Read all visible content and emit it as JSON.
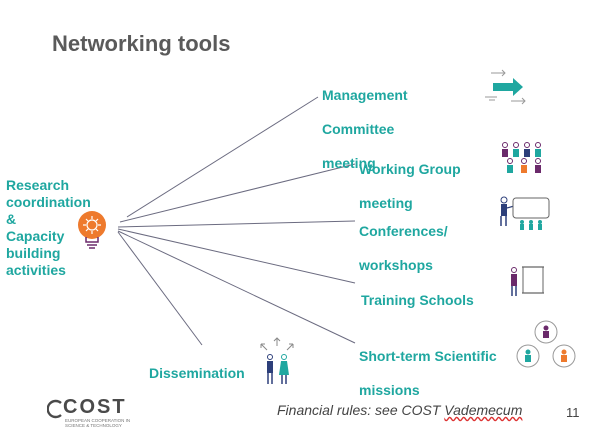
{
  "title": "Networking tools",
  "hub": {
    "label": "Research coordination & Capacity building activities",
    "line1": "Research",
    "line2": "coordination",
    "line3": "&",
    "line4": "Capacity",
    "line5": "building",
    "line6": "activities",
    "icon": "lightbulb-gear-icon"
  },
  "branches": [
    {
      "line1": "Management",
      "line2": "Committee",
      "line3": "meeting",
      "icon": "arrow-forward-icon"
    },
    {
      "line1": "Working Group",
      "line2": "meeting",
      "icon": "people-group-icon"
    },
    {
      "line1": "Conferences/",
      "line2": "workshops",
      "icon": "presentation-audience-icon"
    },
    {
      "line1": "Training Schools",
      "icon": "teacher-board-icon"
    },
    {
      "line1": "Short-term Scientific",
      "line2": "missions",
      "icon": "network-people-icon"
    },
    {
      "line1": "Dissemination",
      "icon": "people-sharing-icon"
    }
  ],
  "footer": {
    "note_prefix": "Financial rules: see COST ",
    "note_link": "Vademecum",
    "page_number": "11"
  },
  "logo": {
    "word": "COST",
    "subtitle": "EUROPEAN COOPERATION IN SCIENCE & TECHNOLOGY"
  },
  "colors": {
    "accent": "#1fa7a0",
    "orange": "#ee7a2d",
    "purple": "#6b2a6b",
    "navy": "#2d3f7a",
    "title_gray": "#5a5a5a"
  }
}
